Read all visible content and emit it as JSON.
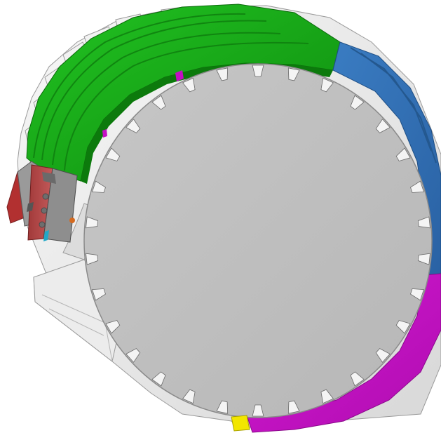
{
  "scene": {
    "colors": {
      "background": "#ffffff",
      "disk_face": "#bfbfbf",
      "disk_edge": "#8c8c8c",
      "outer_shell": "#e9e9e9",
      "outer_shell_dark": "#c9c9c9",
      "segment_top": "#16b816",
      "segment_top_dark": "#0c7a0c",
      "segment_right": "#2f6fb4",
      "segment_right_dark": "#1f4f86",
      "segment_bottom": "#c40fc4",
      "segment_bottom_dark": "#8a0a8a",
      "left_block_red": "#b24444",
      "left_block_grey": "#8e8e8e",
      "left_block_dark": "#5c5c5c",
      "tab_fill": "#f4f4f4",
      "tab_stroke": "#6a6a6a",
      "yellow_marker": "#f2e600",
      "orange_marker": "#d46a20",
      "magenta_marker": "#c40fc4",
      "cyan_marker": "#20a8c8"
    },
    "components": [
      "outer-housing",
      "coil-segment-top",
      "coil-segment-right",
      "coil-segment-bottom",
      "disk-face",
      "disk-tabs",
      "left-terminal-block",
      "bottom-support"
    ],
    "disk_tab_count": 30
  }
}
